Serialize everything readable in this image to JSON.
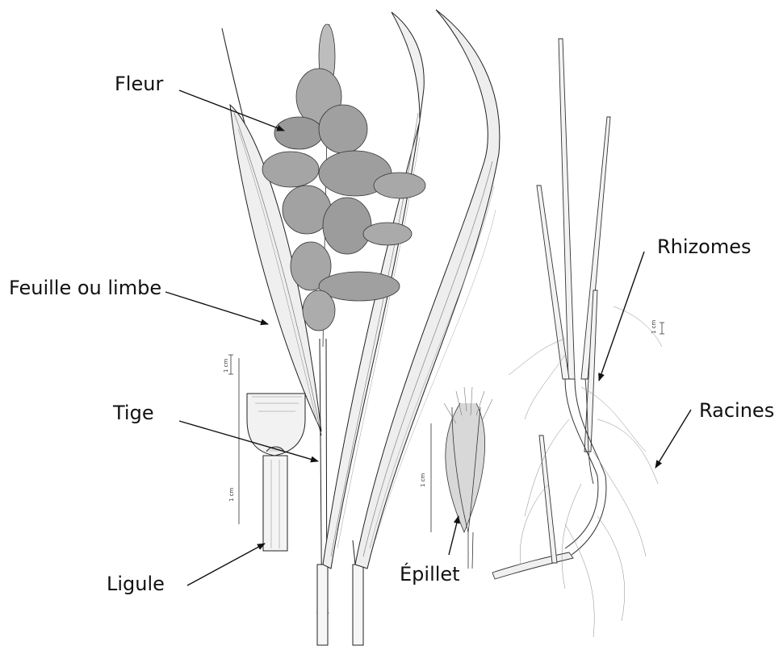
{
  "labels": {
    "fleur": "Fleur",
    "feuille": "Feuille ou limbe",
    "tige": "Tige",
    "ligule": "Ligule",
    "epillet": "Épillet",
    "rhizomes": "Rhizomes",
    "racines": "Racines"
  },
  "scale_bars": {
    "main": "1 cm",
    "ligule": "1 cm",
    "epillet": "1 cm",
    "rhizome": "1 cm"
  },
  "colors": {
    "ink": "#111111",
    "label": "#111111"
  }
}
